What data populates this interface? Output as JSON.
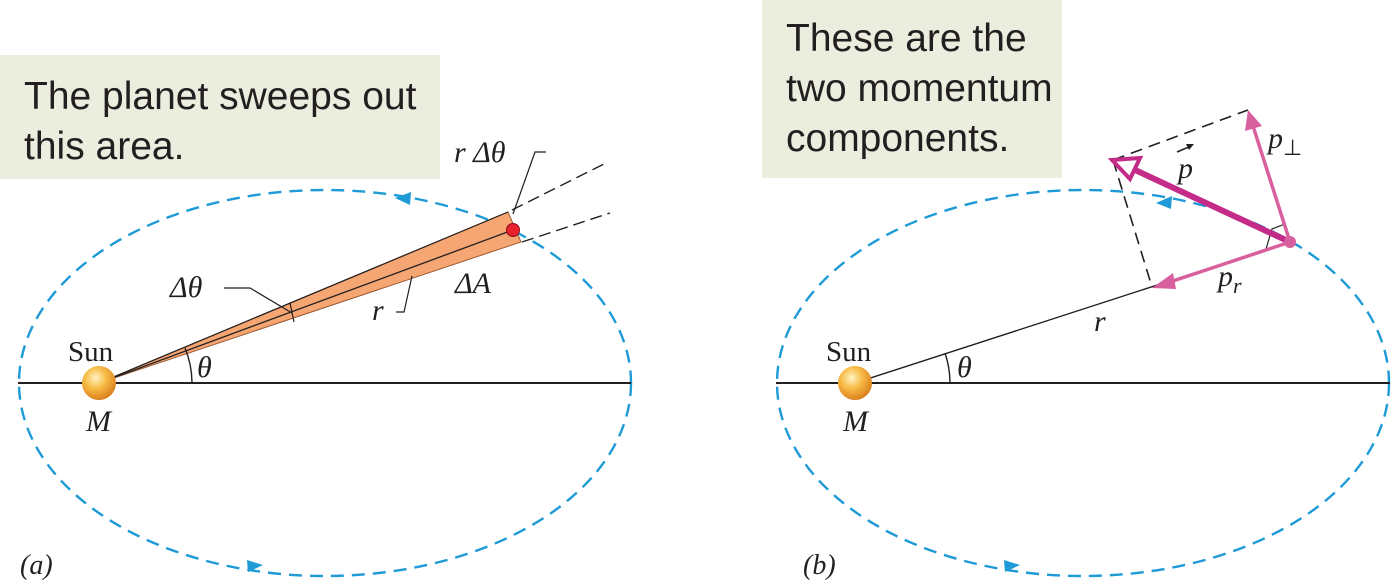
{
  "panel_a": {
    "callout_line1": "The planet sweeps out",
    "callout_line2": "this area.",
    "label_r_dtheta": "r Δθ",
    "label_dtheta": "Δθ",
    "label_r": "r",
    "label_dA": "ΔA",
    "label_sun": "Sun",
    "label_M": "M",
    "label_theta": "θ",
    "panel_label": "(a)"
  },
  "panel_b": {
    "callout_line1": "These are the",
    "callout_line2": "two momentum",
    "callout_line3": "components.",
    "label_p": "p",
    "label_p_perp": "p⊥",
    "label_p_r": "pr",
    "label_r": "r",
    "label_sun": "Sun",
    "label_M": "M",
    "label_theta": "θ",
    "panel_label": "(b)"
  },
  "colors": {
    "orbit": "#1e9ad6",
    "wedge": "#f5a673",
    "planet_a": "#e8212b",
    "momentum": "#c42a87",
    "components": "#d9609f",
    "sun": "#f2a224",
    "callout_bg": "#ebeede"
  }
}
